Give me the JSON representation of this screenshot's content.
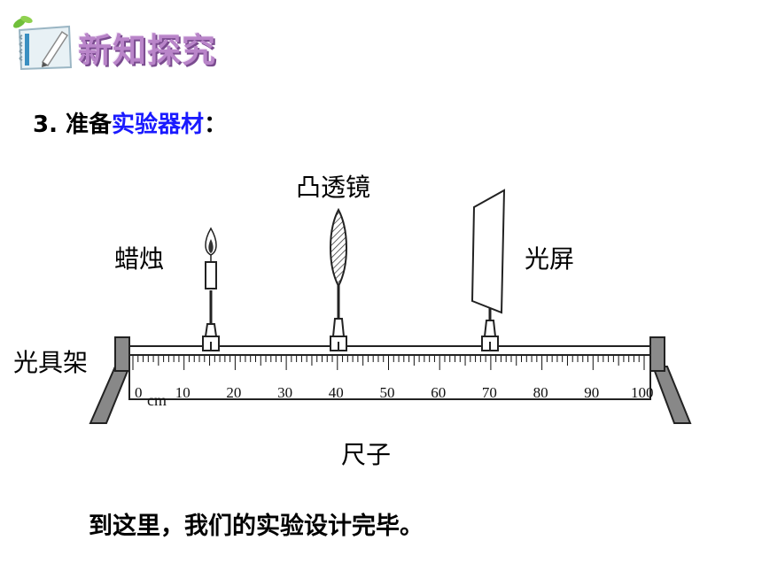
{
  "header": {
    "title": "新知探究",
    "icon": "notebook-pencil-icon"
  },
  "section": {
    "number": "3.",
    "prefix": "准备",
    "highlight": "实验器材",
    "suffix": "：",
    "highlight_color": "#1a1aff"
  },
  "labels": {
    "lens": "凸透镜",
    "candle": "蜡烛",
    "screen": "光屏",
    "bench": "光具架",
    "ruler": "尺子"
  },
  "ruler": {
    "unit": "cm",
    "ticks": [
      "0",
      "10",
      "20",
      "30",
      "40",
      "50",
      "60",
      "70",
      "80",
      "90",
      "100"
    ]
  },
  "conclusion": "到这里，我们的实验设计完毕。"
}
